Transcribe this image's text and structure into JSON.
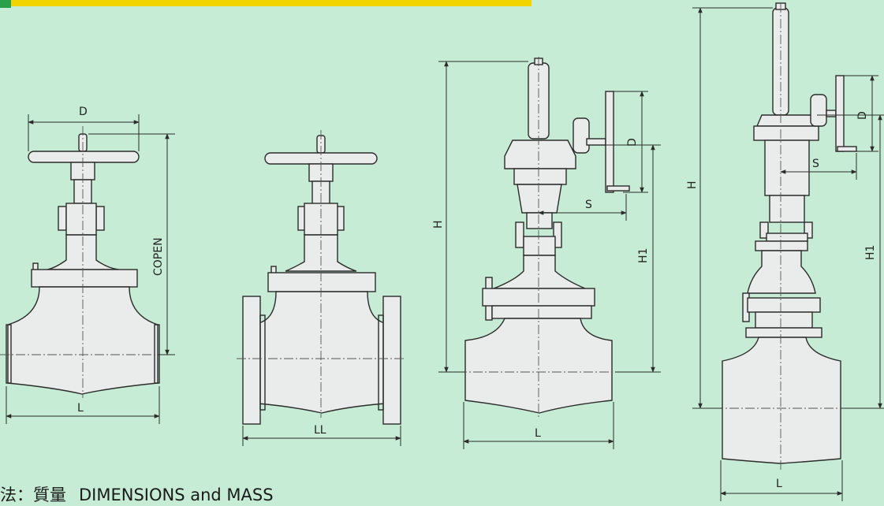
{
  "colors": {
    "background": "#c7ecd6",
    "banner_green": "#2aa04a",
    "banner_yellow": "#f2d400",
    "valve_fill": "#e9ecea",
    "line": "#2b2b2b"
  },
  "figures": {
    "fig1": {
      "width_label": "D",
      "height_label": "COPEN",
      "length_label": "L"
    },
    "fig2": {
      "length_label": "LL"
    },
    "fig3": {
      "width_label": "D",
      "height_label": "H",
      "height2_label": "H1",
      "offset_label": "S",
      "length_label": "L"
    },
    "fig4": {
      "width_label": "D",
      "height_label": "H",
      "height2_label": "H1",
      "offset_label": "S",
      "length_label": "L"
    }
  },
  "footer": {
    "title_ja": "法：質量",
    "title_en": "DIMENSIONS and MASS"
  }
}
